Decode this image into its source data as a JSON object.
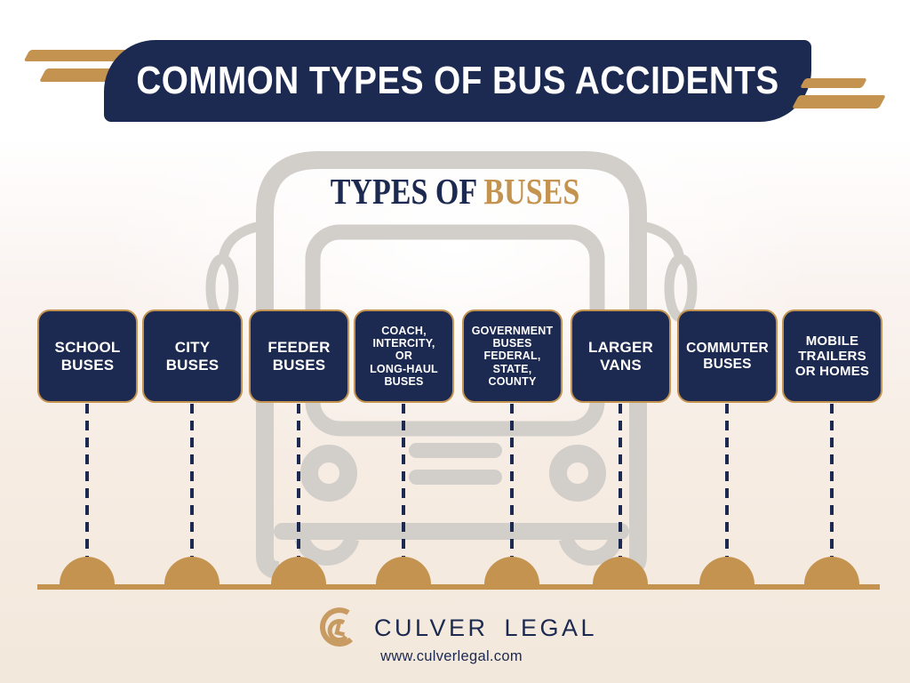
{
  "colors": {
    "navy": "#1c2950",
    "gold": "#c49350",
    "logo_gold": "#c89b62",
    "bus_gray": "#d2cfca",
    "background_bottom": "#f2e8db"
  },
  "header": {
    "title": "COMMON TYPES OF BUS ACCIDENTS"
  },
  "diagram": {
    "title_primary": "TYPES OF",
    "title_accent": "BUSES",
    "items": [
      {
        "label": "SCHOOL\nBUSES"
      },
      {
        "label": "CITY\nBUSES"
      },
      {
        "label": "FEEDER\nBUSES"
      },
      {
        "label": "COACH,\nINTERCITY,\nOR\nLONG-HAUL\nBUSES"
      },
      {
        "label": "GOVERNMENT\nBUSES\nFEDERAL,\nSTATE,\nCOUNTY"
      },
      {
        "label": "LARGER\nVANS"
      },
      {
        "label": "COMMUTER\nBUSES"
      },
      {
        "label": "MOBILE\nTRAILERS\nOR HOMES"
      }
    ]
  },
  "footer": {
    "brand": "CULVER LEGAL",
    "website": "www.culverlegal.com"
  }
}
